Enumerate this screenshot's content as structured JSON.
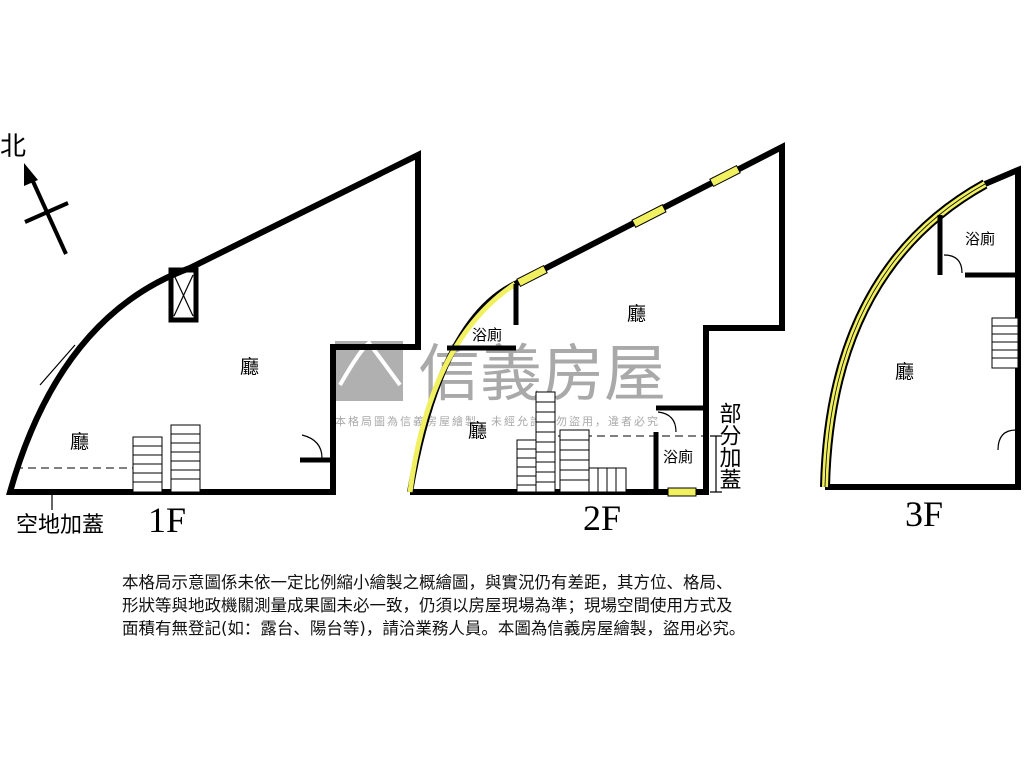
{
  "compass": {
    "north_label": "北"
  },
  "floors": [
    {
      "label": "1F",
      "rooms": [
        "廳",
        "廳"
      ],
      "annotation": "空地加蓋"
    },
    {
      "label": "2F",
      "rooms": [
        "廳",
        "浴廁",
        "廳",
        "浴廁"
      ],
      "annotation": "部分加蓋"
    },
    {
      "label": "3F",
      "rooms": [
        "浴廁",
        "廳"
      ]
    }
  ],
  "watermark": {
    "brand": "信義房屋",
    "notice": "本格局圖為信義房屋繪製，未經允許請勿盜用，違者必究"
  },
  "disclaimer": [
    "本格局示意圖係未依一定比例縮小繪製之概繪圖，與實況仍有差距，其方位、格局、",
    "形狀等與地政機關測量成果圖未必一致，仍須以房屋現場為準；現場空間使用方式及",
    "面積有無登記(如：露台、陽台等)，請洽業務人員。本圖為信義房屋繪製，盜用必究。"
  ],
  "colors": {
    "wall": "#000000",
    "window": "#f0f060",
    "watermark": "#a0a0a0"
  }
}
